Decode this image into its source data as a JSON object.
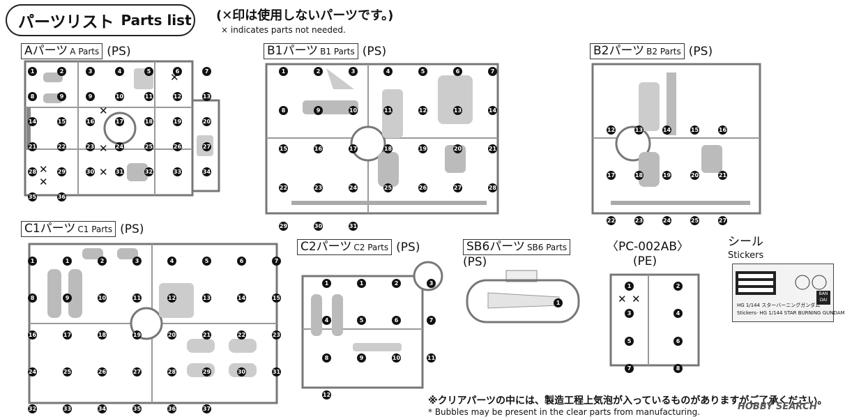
{
  "header": {
    "title_jp": "パーツリスト",
    "title_en": "Parts list",
    "note_jp": "(✕印は使用しないパーツです。)",
    "note_en": "× indicates parts not needed."
  },
  "sections": {
    "a": {
      "label": "Aパーツ",
      "sub": "A Parts",
      "material": "(PS)"
    },
    "b1": {
      "label": "B1パーツ",
      "sub": "B1 Parts",
      "material": "(PS)"
    },
    "b2": {
      "label": "B2パーツ",
      "sub": "B2 Parts",
      "material": "(PS)"
    },
    "c1": {
      "label": "C1パーツ",
      "sub": "C1 Parts",
      "material": "(PS)"
    },
    "c2": {
      "label": "C2パーツ",
      "sub": "C2 Parts",
      "material": "(PS)"
    },
    "sb6": {
      "label": "SB6パーツ",
      "sub": "SB6 Parts",
      "material": "(PS)"
    },
    "pc": {
      "label": "〈PC-002AB〉",
      "material": "(PE)"
    },
    "stickers": {
      "label": "シール",
      "sub": "Stickers"
    }
  },
  "sticker_sheet": {
    "line1": "HG 1/144 スターバーニングガンダム",
    "line2": "Stickers- HG 1/144 STAR BURNING GUNDAM",
    "logo": "BAN DAI"
  },
  "parts": {
    "a": [
      "1",
      "2",
      "3",
      "4",
      "5",
      "6",
      "7",
      "8",
      "9",
      "9",
      "10",
      "11",
      "12",
      "13",
      "14",
      "15",
      "16",
      "17",
      "18",
      "19",
      "20",
      "21",
      "22",
      "23",
      "24",
      "25",
      "26",
      "27",
      "28",
      "29",
      "30",
      "31",
      "32",
      "33",
      "34",
      "35",
      "36"
    ],
    "b1": [
      "1",
      "2",
      "3",
      "4",
      "5",
      "6",
      "7",
      "8",
      "9",
      "10",
      "11",
      "12",
      "13",
      "14",
      "15",
      "16",
      "17",
      "18",
      "19",
      "20",
      "21",
      "22",
      "23",
      "24",
      "25",
      "26",
      "27",
      "28",
      "29",
      "30",
      "31"
    ],
    "b2": [
      "12",
      "13",
      "14",
      "15",
      "16",
      "17",
      "18",
      "19",
      "20",
      "21",
      "22",
      "23",
      "24",
      "25",
      "27"
    ],
    "c1": [
      "1",
      "1",
      "2",
      "3",
      "4",
      "5",
      "6",
      "7",
      "8",
      "9",
      "10",
      "11",
      "12",
      "13",
      "14",
      "15",
      "16",
      "17",
      "18",
      "19",
      "20",
      "21",
      "22",
      "23",
      "24",
      "25",
      "26",
      "27",
      "28",
      "29",
      "30",
      "31",
      "32",
      "33",
      "34",
      "35",
      "36",
      "37"
    ],
    "c2": [
      "1",
      "1",
      "2",
      "3",
      "4",
      "5",
      "6",
      "7",
      "8",
      "9",
      "10",
      "11",
      "12"
    ],
    "sb6": [
      "1"
    ],
    "pc": [
      "1",
      "2",
      "3",
      "4",
      "5",
      "6",
      "7",
      "8"
    ]
  },
  "footer": {
    "note_jp": "※クリアパーツの中には、製造工程上気泡が入っているものがありますがご了承ください。",
    "note_en": "* Bubbles may be present in the clear parts from manufacturing.",
    "watermark": "HOBBY SEARCH"
  }
}
